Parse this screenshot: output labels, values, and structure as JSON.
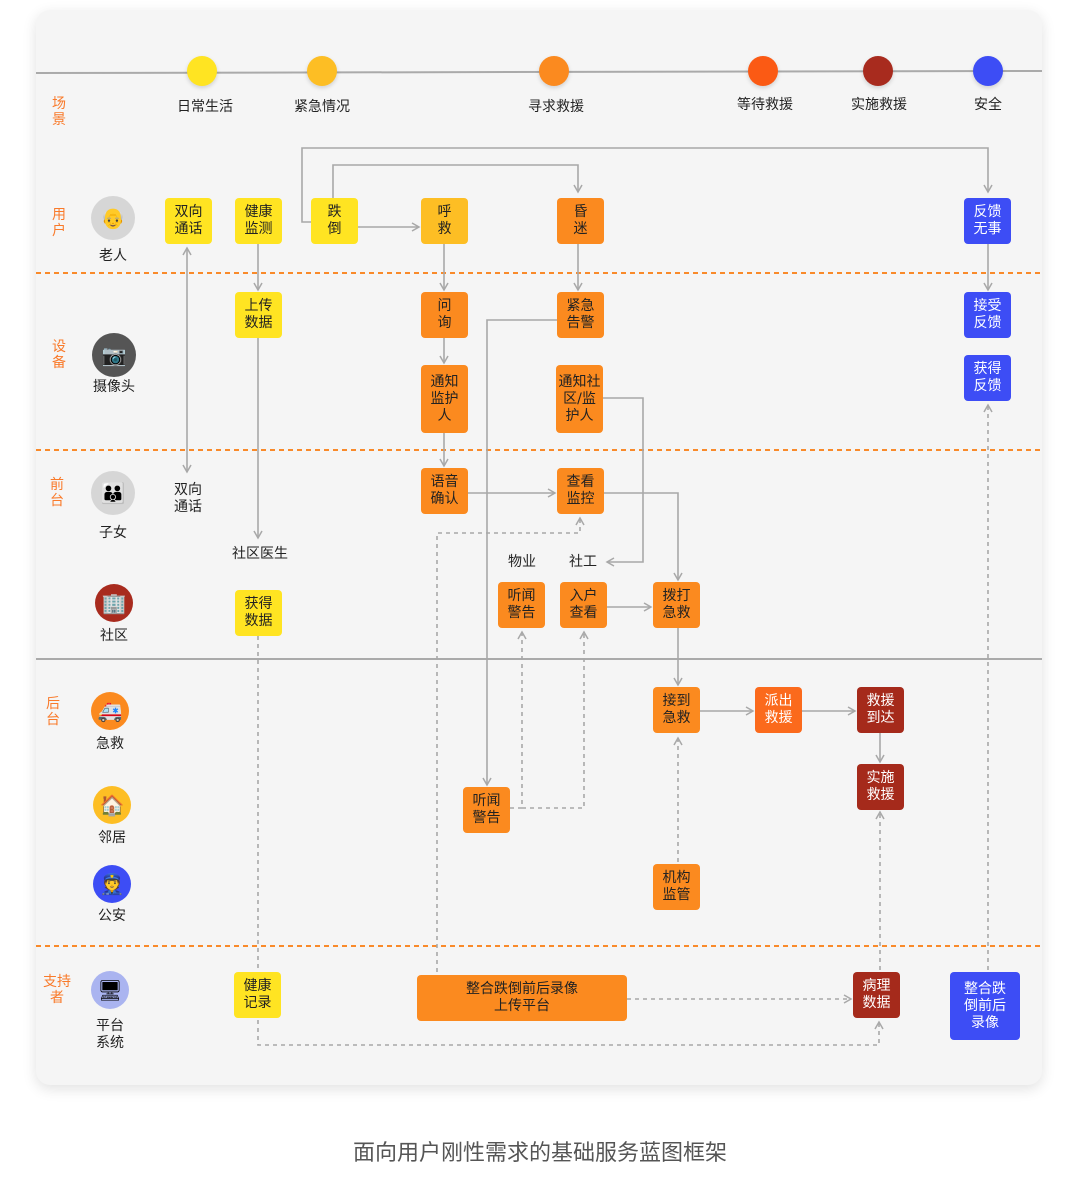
{
  "lanes": [
    "场\n景",
    "用\n户",
    "设\n备",
    "前\n台",
    "后\n台",
    "支持\n者"
  ],
  "stages": [
    {
      "label": "日常生活",
      "color": "#ffe422"
    },
    {
      "label": "紧急情况",
      "color": "#fdbe24"
    },
    {
      "label": "寻求救援",
      "color": "#fb8a1f"
    },
    {
      "label": "等待救援",
      "color": "#fb5a14"
    },
    {
      "label": "实施救援",
      "color": "#a82b1e"
    },
    {
      "label": "安全",
      "color": "#3d4df5"
    }
  ],
  "actors": [
    "老人",
    "摄像头",
    "子女",
    "社区",
    "急救",
    "邻居",
    "公安",
    "平台\n系统"
  ],
  "boxes": {
    "two_way_call": "双向\n通话",
    "health_monitor": "健康\n监测",
    "fall": "跌\n倒",
    "call_help": "呼\n救",
    "coma": "昏\n迷",
    "feedback_ok": "反馈\n无事",
    "upload_data": "上传\n数据",
    "inquiry": "问\n询",
    "emergency_alarm": "紧急\n告警",
    "receive_feedback": "接受\n反馈",
    "get_feedback": "获得\n反馈",
    "notify_guardian": "通知\n监护\n人",
    "notify_community": "通知社\n区/监\n护人",
    "voice_confirm": "语音\n确认",
    "view_monitor": "查看\n监控",
    "hear_alarm": "听闻\n警告",
    "home_check": "入户\n查看",
    "dial_emergency": "拨打\n急救",
    "get_data": "获得\n数据",
    "receive_emergency": "接到\n急救",
    "dispatch": "派出\n救援",
    "arrive": "救援\n到达",
    "perform": "实施\n救援",
    "hear_alarm_2": "听闻\n警告",
    "institution": "机构\n监管",
    "health_record": "健康\n记录",
    "upload_platform": "整合跌倒前后录像\n上传平台",
    "pathology": "病理\n数据",
    "video_merge": "整合跌\n倒前后\n录像"
  },
  "texts": {
    "two_way_call": "双向\n通话",
    "community_doctor": "社区医生",
    "property": "物业",
    "social_worker": "社工"
  },
  "caption": "面向用户刚性需求的基础服务蓝图框架"
}
